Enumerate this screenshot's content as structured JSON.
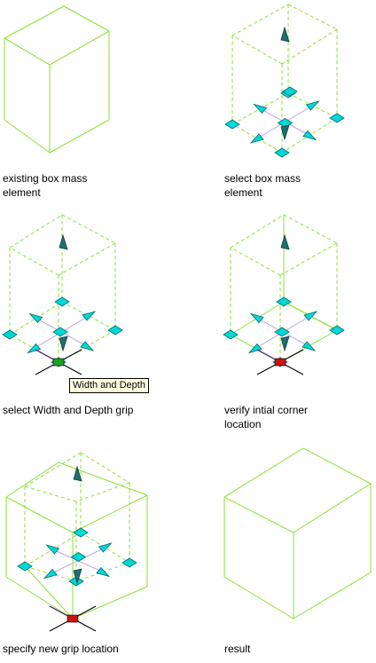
{
  "colors": {
    "edge": "#8ae234",
    "grip": "#00d8d8",
    "grip_stroke": "#006b6b",
    "arrow": "#1f6f6f",
    "active_grip": "#20a020",
    "hot_grip": "#d01010",
    "diagonal": "#b9a8e0"
  },
  "steps": [
    {
      "caption": "existing box mass\nelement"
    },
    {
      "caption": "select box mass\nelement"
    },
    {
      "caption": "select Width and Depth grip"
    },
    {
      "caption": "verify intial corner\nlocation"
    },
    {
      "caption": "specify new grip location"
    },
    {
      "caption": "result"
    }
  ],
  "tooltip": {
    "text": "Width and Depth"
  }
}
